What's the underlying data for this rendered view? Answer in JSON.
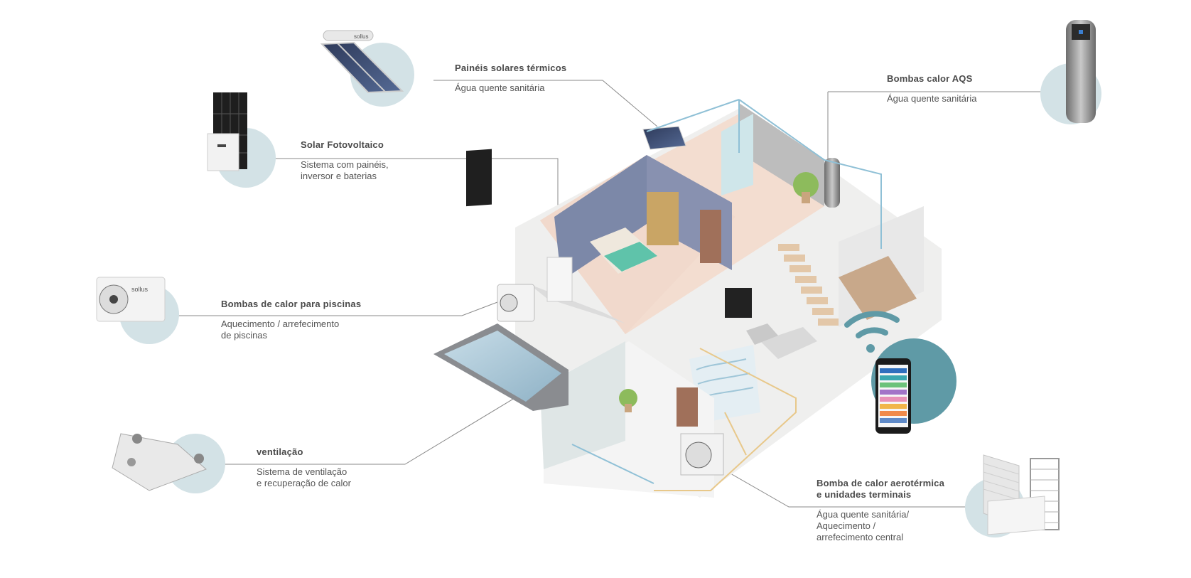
{
  "labels": {
    "thermal_solar": {
      "title": "Painéis solares térmicos",
      "desc": "Água quente sanitária"
    },
    "heat_pump_dhw": {
      "title": "Bombas calor AQS",
      "desc": "Água quente sanitária"
    },
    "photovoltaic": {
      "title": "Solar Fotovoltaico",
      "desc": "Sistema com painéis,\ninversor e baterias"
    },
    "pool_heat_pump": {
      "title": "Bombas de calor para piscinas",
      "desc": "Aquecimento / arrefecimento\nde piscinas"
    },
    "ventilation": {
      "title": "ventilação",
      "desc": "Sistema de ventilação\ne recuperação de calor"
    },
    "aerothermal": {
      "title": "Bomba de calor aerotérmica\ne unidades terminais",
      "desc": "Água quente sanitária/\nAquecimento /\narrefecimento central"
    }
  },
  "brand": "sollus",
  "colors": {
    "bubble": "#d3e2e6",
    "phone_bubble": "#5f9aa6",
    "leader_line": "#8a8a8a",
    "pipe_hot": "#e8c88a",
    "pipe_cold": "#8fc0d6",
    "wall_blue": "#7c88a8",
    "floor": "#f3ddd0"
  }
}
